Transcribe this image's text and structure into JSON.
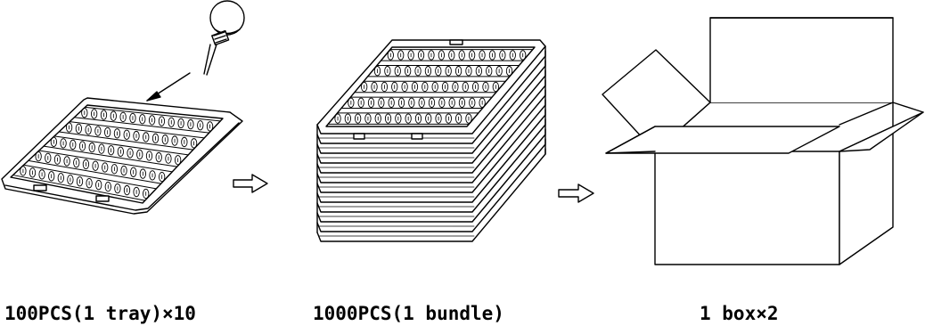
{
  "steps": [
    {
      "caption": "100PCS(1 tray)×10"
    },
    {
      "caption": "1000PCS(1 bundle)"
    },
    {
      "caption": "1 box×2"
    }
  ],
  "stack": {
    "layer_count": 11
  },
  "tray": {
    "rows": 5,
    "cups_per_row": 14
  },
  "colors": {
    "line": "#000000",
    "fill": "#ffffff"
  },
  "icons": [
    "led-bulb-icon",
    "arrow-down-left-icon",
    "hollow-arrow-right-icon",
    "open-box-icon"
  ]
}
